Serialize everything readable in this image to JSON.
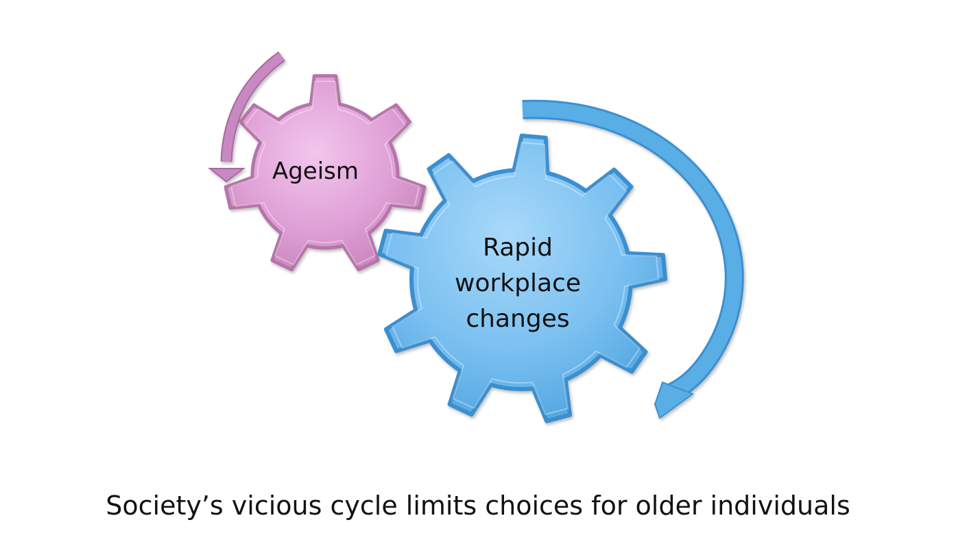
{
  "diagram": {
    "gears": [
      {
        "label": "Ageism",
        "color": "#dfa0d6",
        "edge": "#b574aa"
      },
      {
        "label_lines": [
          "Rapid",
          "workplace",
          "changes"
        ],
        "color": "#78bff0",
        "edge": "#3b8fcf"
      }
    ],
    "arrows": [
      {
        "target": "ageism",
        "direction": "counterclockwise",
        "color": "#c889c2"
      },
      {
        "target": "rapid-workplace-changes",
        "direction": "clockwise",
        "color": "#5aaee6"
      }
    ]
  },
  "caption": "Society’s vicious cycle limits choices for older individuals"
}
